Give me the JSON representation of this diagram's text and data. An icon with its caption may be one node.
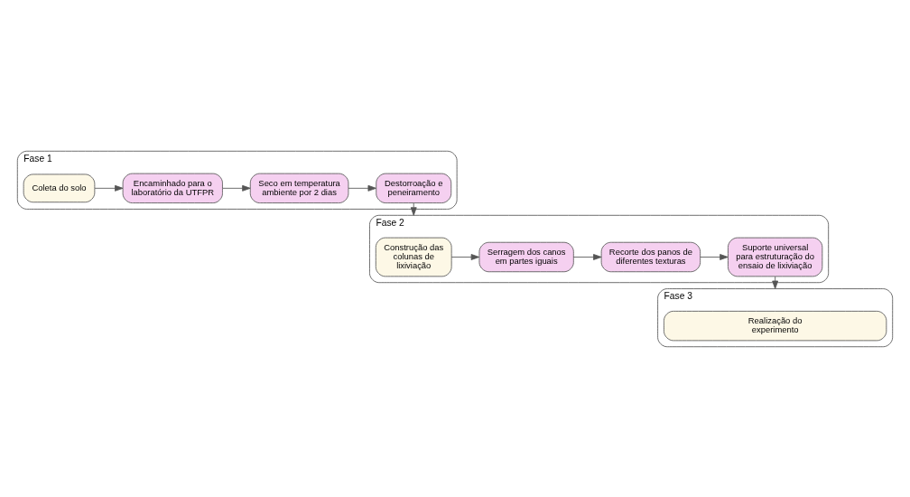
{
  "diagram": {
    "nodes": [
      {
        "text": [
          "Fase 1"
        ]
      },
      {
        "text": [
          "Coleta do solo"
        ],
        "in": 0
      },
      {
        "text": [
          "Encaminhado para o laboratório da UTFPR"
        ],
        "in": 0
      },
      {
        "text": [
          "Seco em temperatura ambiente por 2 dias"
        ],
        "in": 0
      },
      {
        "text": [
          "Destorroação e peneiramento"
        ],
        "in": 0
      },
      {
        "text": [
          "Fase 2"
        ]
      },
      {
        "text": [
          "Construção das colunas de lixiviação"
        ],
        "in": 5
      },
      {
        "text": [
          "Serragem dos canos em partes iguais"
        ],
        "in": 5
      },
      {
        "text": [
          "Recorte dos panos de diferentes texturas"
        ],
        "in": 5
      },
      {
        "text": [
          "Suporte universal para estruturação do ensaio de lixiviação"
        ],
        "in": 5
      },
      {
        "text": [
          "Fase 3"
        ]
      },
      {
        "text": [
          "Realização do experimento"
        ],
        "in": 10
      }
    ],
    "edges": [
      {
        "from": 1,
        "to": 2,
        "arrow": "to"
      },
      {
        "from": 2,
        "to": 3,
        "arrow": "to"
      },
      {
        "from": 3,
        "to": 4,
        "arrow": "to"
      },
      {
        "from": 4,
        "to": 5,
        "arrow": "to"
      },
      {
        "from": 6,
        "to": 7,
        "arrow": "to"
      },
      {
        "from": 7,
        "to": 8,
        "arrow": "to"
      },
      {
        "from": 8,
        "to": 9,
        "arrow": "to"
      },
      {
        "from": 9,
        "to": 10,
        "arrow": "to"
      }
    ]
  }
}
